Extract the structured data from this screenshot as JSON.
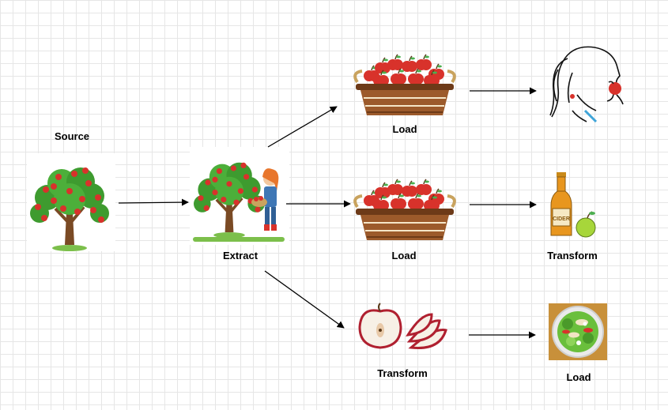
{
  "labels": {
    "source": "Source",
    "extract": "Extract",
    "load_top": "Load",
    "load_mid": "Load",
    "transform_mid": "Transform",
    "transform_bottom": "Transform",
    "load_bottom": "Load"
  },
  "cider_label": "CIDER",
  "icons": {
    "source": "apple-tree",
    "extract": "farmer-picking-apples",
    "load_top": "apple-basket",
    "consumer": "woman-eating-apple",
    "load_mid": "apple-basket",
    "transform_mid": "cider-bottle-and-apple",
    "transform_bottom": "apple-slices",
    "load_bottom": "apple-salad-bowl"
  },
  "colors": {
    "apple_red": "#d8322b",
    "leaf_green": "#3e9b2f",
    "trunk_brown": "#7a4a24",
    "basket_brown": "#9c5a2b",
    "arrow": "#000000"
  }
}
